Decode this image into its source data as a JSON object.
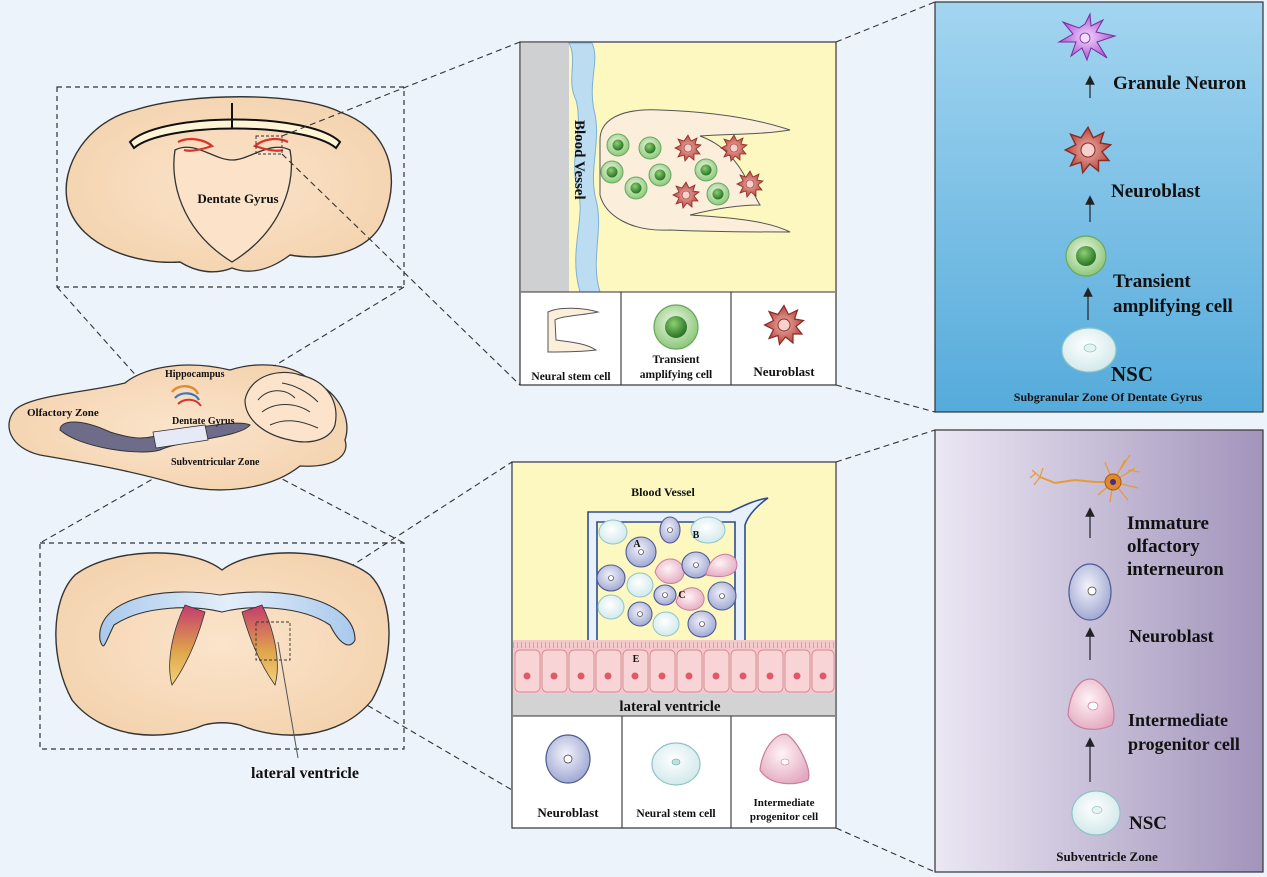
{
  "brain_labels": {
    "dentate_gyrus_coronal": "Dentate Gyrus",
    "hippocampus": "Hippocampus",
    "olfactory_zone": "Olfactory Zone",
    "dentate_gyrus_sagittal": "Dentate Gyrus",
    "subventricular_zone": "Subventricular Zone",
    "lateral_ventricle": "lateral ventricle"
  },
  "sgz_detail": {
    "blood_vessel": "Blood Vessel",
    "legend": {
      "neural_stem_cell": "Neural stem cell",
      "transient_amplifying_line1": "Transient",
      "transient_amplifying_line2": "amplifying cell",
      "neuroblast": "Neuroblast"
    }
  },
  "sgz_lineage": {
    "granule_neuron": "Granule Neuron",
    "neuroblast": "Neuroblast",
    "transient_line1": "Transient",
    "transient_line2": "amplifying cell",
    "nsc": "NSC",
    "caption": "Subgranular Zone Of Dentate Gyrus",
    "bg_top": "#9fd3ef",
    "bg_bottom": "#56addc"
  },
  "svz_detail": {
    "blood_vessel": "Blood Vessel",
    "lateral_ventricle": "lateral ventricle",
    "letters": [
      "A",
      "B",
      "C",
      "E"
    ],
    "legend": {
      "neuroblast": "Neuroblast",
      "neural_stem_cell": "Neural stem cell",
      "intermediate_line1": "Intermediate",
      "intermediate_line2": "progenitor cell"
    }
  },
  "svz_lineage": {
    "immature_line1": "Immature",
    "immature_line2": "olfactory",
    "immature_line3": "interneuron",
    "neuroblast": "Neuroblast",
    "intermediate_line1": "Intermediate",
    "intermediate_line2": "progenitor cell",
    "nsc": "NSC",
    "caption": "Subventricle Zone",
    "bg_left": "#e6e2f0",
    "bg_right": "#a79abf"
  }
}
